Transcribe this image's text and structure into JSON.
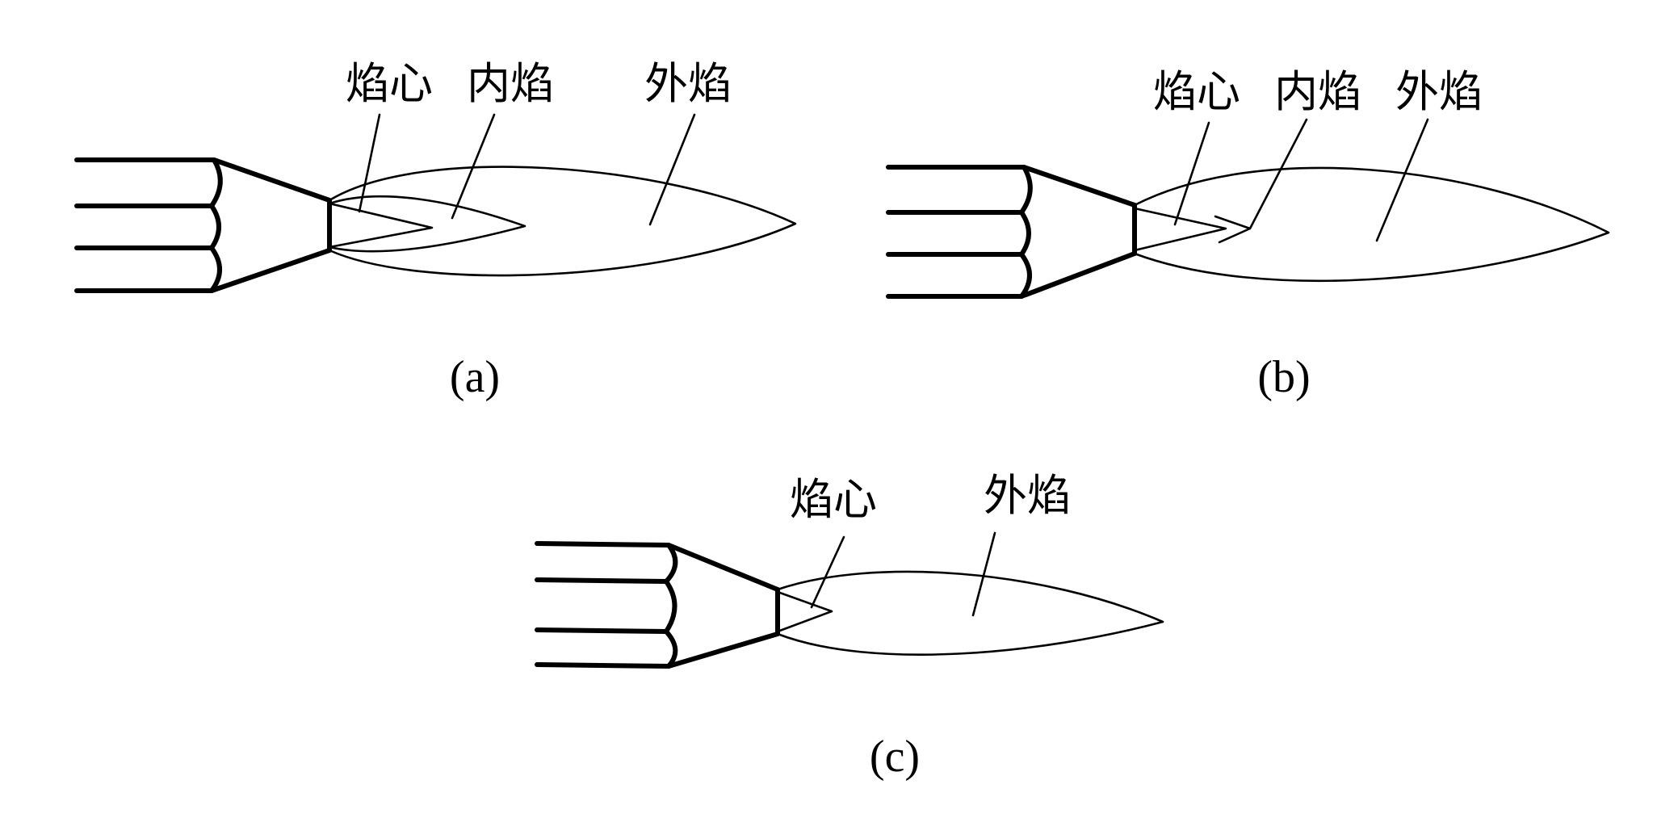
{
  "panels": [
    {
      "id": "a",
      "caption": "(a)",
      "labels": {
        "core": "焰心",
        "inner": "内焰",
        "outer": "外焰"
      }
    },
    {
      "id": "b",
      "caption": "(b)",
      "labels": {
        "core": "焰心",
        "inner": "内焰",
        "outer": "外焰"
      }
    },
    {
      "id": "c",
      "caption": "(c)",
      "labels": {
        "core": "焰心",
        "outer": "外焰"
      }
    }
  ],
  "colors": {
    "ink": "#000000",
    "background": "#ffffff"
  }
}
